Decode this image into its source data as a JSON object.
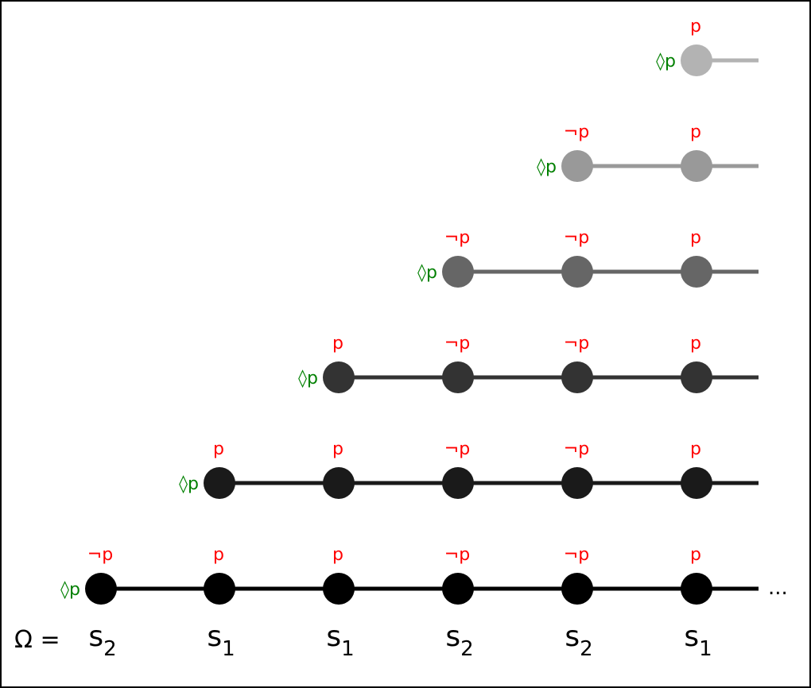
{
  "diagram": {
    "omega_label": "Ω =",
    "ellipsis": "...",
    "diamond_label": "◊p",
    "states": [
      {
        "base": "s",
        "sub": "2"
      },
      {
        "base": "s",
        "sub": "1"
      },
      {
        "base": "s",
        "sub": "1"
      },
      {
        "base": "s",
        "sub": "2"
      },
      {
        "base": "s",
        "sub": "2"
      },
      {
        "base": "s",
        "sub": "1"
      }
    ],
    "rows": [
      {
        "color": "#000000",
        "labels": [
          "¬p",
          "p",
          "p",
          "¬p",
          "¬p",
          "p"
        ]
      },
      {
        "color": "#1a1a1a",
        "labels": [
          "p",
          "p",
          "¬p",
          "¬p",
          "p"
        ]
      },
      {
        "color": "#333333",
        "labels": [
          "p",
          "¬p",
          "¬p",
          "p"
        ]
      },
      {
        "color": "#666666",
        "labels": [
          "¬p",
          "¬p",
          "p"
        ]
      },
      {
        "color": "#999999",
        "labels": [
          "¬p",
          "p"
        ]
      },
      {
        "color": "#b3b3b3",
        "labels": [
          "p"
        ]
      }
    ]
  }
}
